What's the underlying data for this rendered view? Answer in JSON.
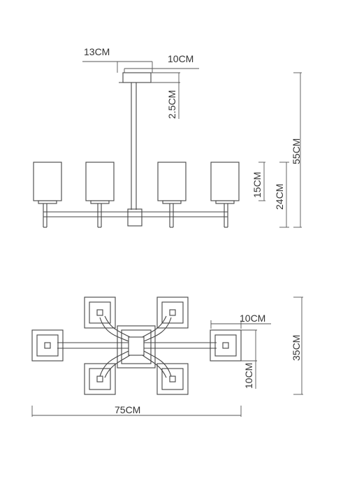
{
  "dimensions": {
    "plate_width": "13CM",
    "plate_depth": "10CM",
    "plate_height": "2.5CM",
    "total_height": "55CM",
    "shade_height": "15CM",
    "lamp_height": "24CM",
    "top_shade_width": "10CM",
    "top_shade_depth": "10CM",
    "total_width": "75CM",
    "total_depth": "35CM"
  },
  "colors": {
    "line": "#444444",
    "dim_line": "#555555",
    "text": "#333333"
  }
}
